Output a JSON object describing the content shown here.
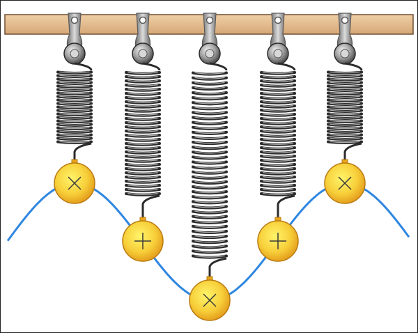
{
  "colors": {
    "bar_fill": "#e3bd8f",
    "bar_stroke": "#6e4f33",
    "spring_dark": "#2b2b2b",
    "spring_light": "#a8a8a8",
    "mount_light": "#e0e0e0",
    "mount_dark": "#5a5a5a",
    "ball_inner": "#fff46a",
    "ball_outer": "#e8a41c",
    "ball_stroke": "#b97b10",
    "wave": "#2f86e0",
    "marker": "#3a3a3a"
  },
  "masses": [
    {
      "id": 1,
      "marker": "cross"
    },
    {
      "id": 2,
      "marker": "plus"
    },
    {
      "id": 3,
      "marker": "cross"
    },
    {
      "id": 4,
      "marker": "plus"
    },
    {
      "id": 5,
      "marker": "cross"
    }
  ]
}
